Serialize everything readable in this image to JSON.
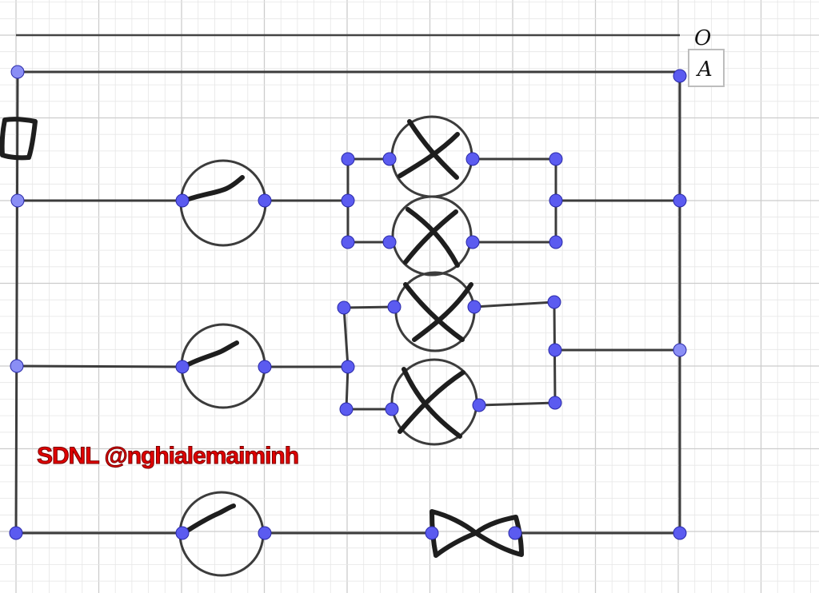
{
  "labels": {
    "origin": "O",
    "point_a": "A"
  },
  "watermark": "SDNL @nghialemaiminh",
  "icons": {
    "switch": "switch-icon",
    "lamp": "lamp-icon",
    "bell": "bell-icon"
  },
  "colors": {
    "node": "#5b5bf0",
    "wire": "#3c3c3c",
    "watermark": "#e00000",
    "grid_minor": "#e6e6e6",
    "grid_major": "#cccccc"
  }
}
